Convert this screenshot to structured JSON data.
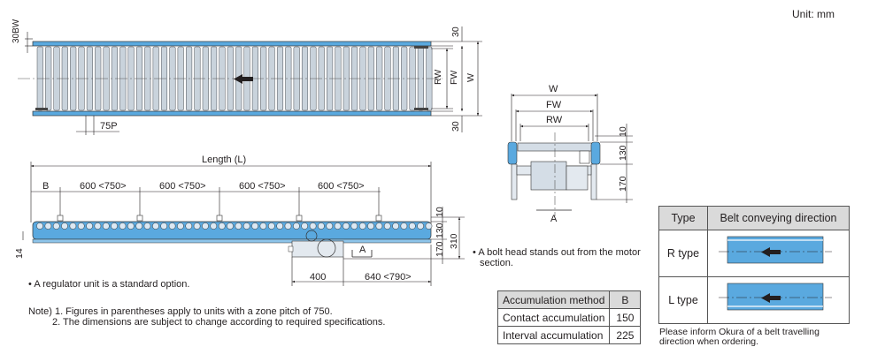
{
  "unit": "Unit: mm",
  "top_view": {
    "bw": "30BW",
    "rw": "RW",
    "fw": "FW",
    "w": "W",
    "dim_top": "30",
    "dim_bottom": "30",
    "pitch": "75P"
  },
  "side_view": {
    "length": "Length (L)",
    "b": "B",
    "zones": [
      "600 <750>",
      "600 <750>",
      "600 <750>",
      "600 <750>"
    ],
    "dim_10": "10",
    "dim_130": "130",
    "dim_170": "170",
    "dim_310": "310",
    "dim_14": "14",
    "dim_400": "400",
    "dim_640": "640 <790>",
    "section": "A"
  },
  "section_view": {
    "w": "W",
    "fw": "FW",
    "rw": "RW",
    "dim_10": "10",
    "dim_130": "130",
    "dim_170": "170",
    "label_a": "A"
  },
  "notes": {
    "bolt": "A bolt head stands out from the motor",
    "bolt2": "section.",
    "regulator": "A regulator unit is a standard option.",
    "note1": "Note) 1. Figures in parentheses apply to units with a zone pitch of 750.",
    "note2": "2. The dimensions are subject to change according to required specifications."
  },
  "accumulation_table": {
    "headers": [
      "Accumulation method",
      "B"
    ],
    "rows": [
      {
        "method": "Contact accumulation",
        "b": "150"
      },
      {
        "method": "Interval accumulation",
        "b": "225"
      }
    ]
  },
  "direction_table": {
    "headers": [
      "Type",
      "Belt conveying direction"
    ],
    "rows": [
      {
        "type": "R type",
        "arrow": "left-arrow-icon"
      },
      {
        "type": "L type",
        "arrow": "left-arrow-icon"
      }
    ],
    "note1": "Please inform Okura of a belt travelling",
    "note2": "direction when ordering."
  },
  "colors": {
    "belt": "#5aa9df",
    "frame": "#d4dde6",
    "roller": "#c9d3dc",
    "line": "#231f20"
  }
}
